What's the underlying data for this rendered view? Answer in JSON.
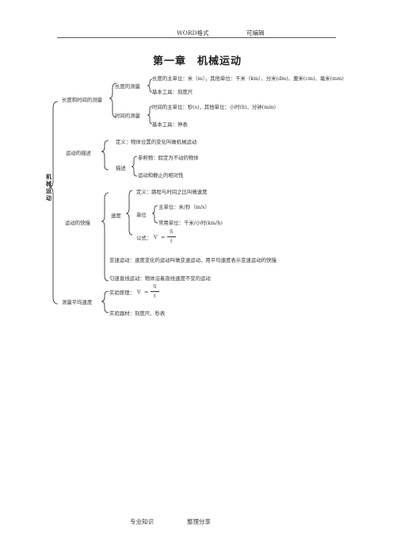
{
  "header": {
    "left": "WORD格式",
    "right": "可编辑"
  },
  "title": "第一章　机械运动",
  "root_label": "机械运动",
  "sections": {
    "length_time": {
      "label": "长度和时间的测量",
      "length": {
        "label": "长度的测量",
        "unit": "长度的主单位：米（m），其他单位：千米（km）、分米(dm)、厘米(cm)、毫米(mm)",
        "tool": "基本工具：刻度尺"
      },
      "time": {
        "label": "时间的测量",
        "unit": "时间的主单位：秒(s)，其他单位：小时(h)、分钟(min)",
        "tool": "基本工具：停表"
      }
    },
    "description": {
      "label": "运动的描述",
      "definition": "定义：物体位置的变化叫做机械运动",
      "describe_label": "描述",
      "reference": "参照物：假定为不动的物体",
      "relative": "运动和静止的相对性"
    },
    "speed": {
      "label": "运动的快慢",
      "speed_label": "速度",
      "definition": "定义：路程与时间之比叫做速度",
      "unit_label": "单位",
      "main_unit": "主单位：米/秒（m/s）",
      "common_unit": "常用单位：千米/小时(km/h)",
      "formula_label": "公式：",
      "formula_v": "V",
      "formula_eq": "=",
      "formula_num": "S",
      "formula_den": "t",
      "variable_motion": "变速运动：速度变化的运动叫做变速运动，用平均速度表示变速运动的快慢",
      "uniform_motion": "匀速直线运动：物体沿着直线速度不变的运动"
    },
    "average": {
      "label": "测量平均速度",
      "principle_label": "实验原理：",
      "formula_v": "V",
      "formula_eq": "=",
      "formula_num": "S",
      "formula_den": "t",
      "equipment": "实验器材：刻度尺、秒表"
    }
  },
  "footer": {
    "left": "专业知识",
    "right": "整理分享"
  }
}
